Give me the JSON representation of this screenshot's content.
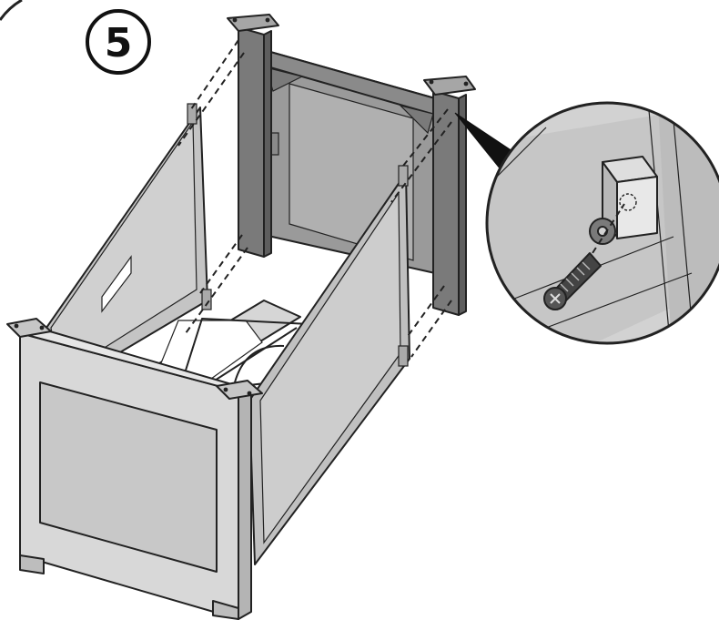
{
  "step": {
    "number": "5"
  },
  "colors": {
    "panel_light": "#d4d4d4",
    "panel_mid": "#bdbdbd",
    "panel_dark": "#8c8c8c",
    "post_dark": "#7a7a7a",
    "outline": "#222222",
    "background": "#ffffff"
  },
  "icons": [
    "step-badge",
    "screw-icon",
    "washer-icon",
    "bracket-icon",
    "detail-callout"
  ]
}
